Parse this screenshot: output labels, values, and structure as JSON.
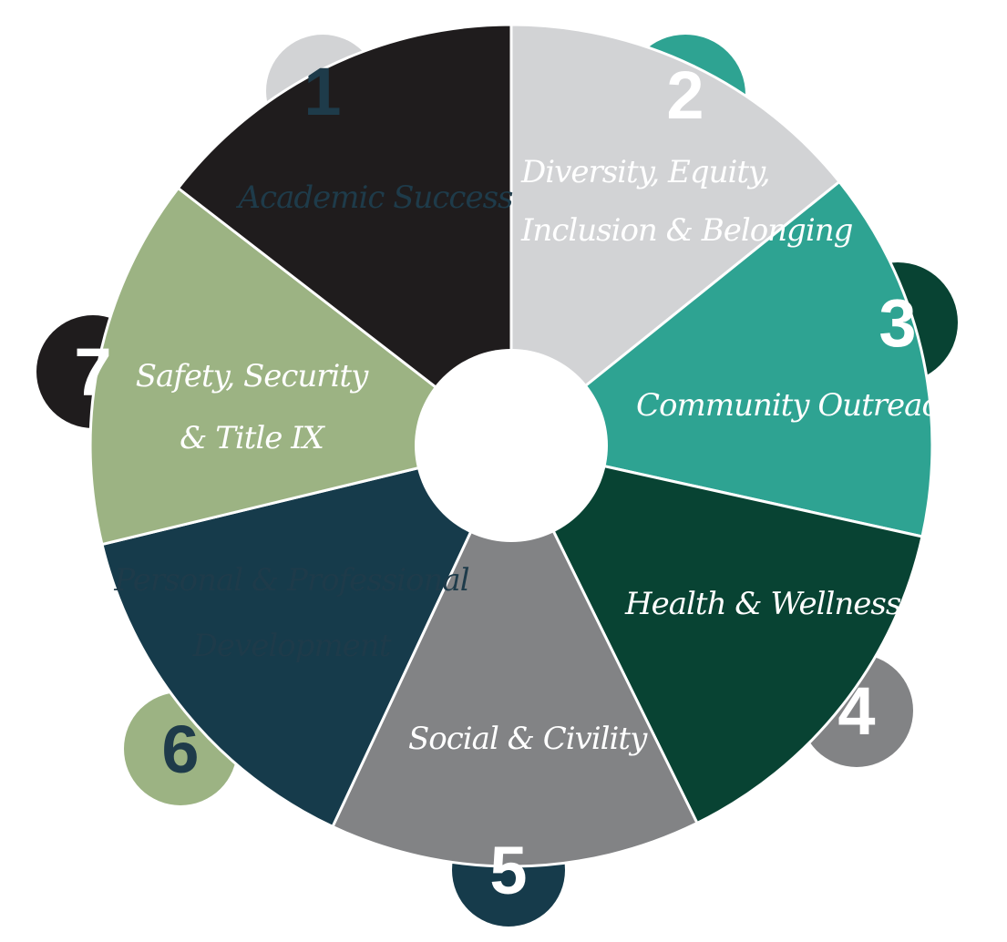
{
  "diagram": {
    "center_color": "#ffffff",
    "segments": [
      {
        "number": "1",
        "label_lines": [
          "Academic Success"
        ],
        "color": "#d2d3d5",
        "text_color": "#1e3b4a",
        "number_color": "#1e3b4a"
      },
      {
        "number": "2",
        "label_lines": [
          "Diversity, Equity,",
          "Inclusion & Belonging"
        ],
        "color": "#2ea392",
        "text_color": "#ffffff",
        "number_color": "#ffffff"
      },
      {
        "number": "3",
        "label_lines": [
          "Community Outreach"
        ],
        "color": "#084333",
        "text_color": "#ffffff",
        "number_color": "#ffffff"
      },
      {
        "number": "4",
        "label_lines": [
          "Health & Wellness"
        ],
        "color": "#828385",
        "text_color": "#ffffff",
        "number_color": "#ffffff"
      },
      {
        "number": "5",
        "label_lines": [
          "Social & Civility"
        ],
        "color": "#163b4b",
        "text_color": "#ffffff",
        "number_color": "#ffffff"
      },
      {
        "number": "6",
        "label_lines": [
          "Personal & Professional",
          "Development"
        ],
        "color": "#9cb383",
        "text_color": "#1e3b4a",
        "number_color": "#1e3b4a"
      },
      {
        "number": "7",
        "label_lines": [
          "Safety, Security",
          "& Title IX"
        ],
        "color": "#1f1c1d",
        "text_color": "#ffffff",
        "number_color": "#ffffff"
      }
    ]
  }
}
